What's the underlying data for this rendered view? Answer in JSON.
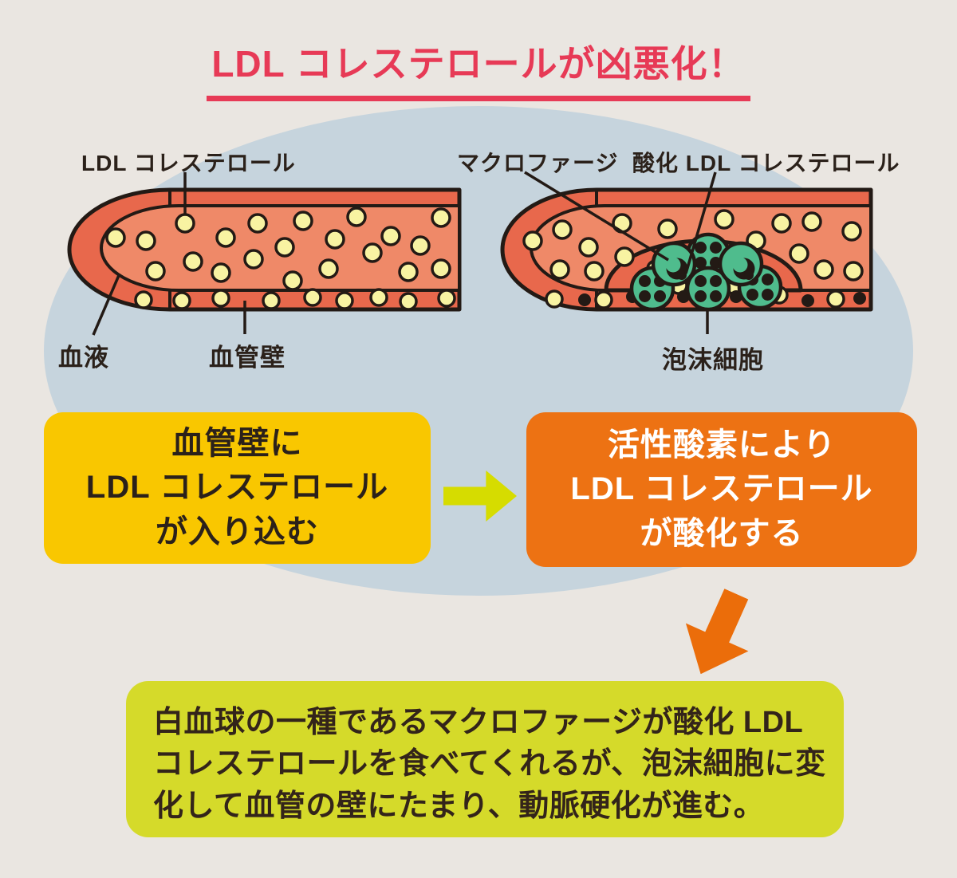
{
  "title": "LDL コレステロールが凶悪化！",
  "diagram_labels": {
    "ldl": "LDL コレステロール",
    "blood": "血液",
    "wall": "血管壁",
    "macrophage": "マクロファージ",
    "oxidized_ldl": "酸化 LDL コレステロール",
    "foam_cell": "泡沫細胞"
  },
  "step1": {
    "lines": [
      "血管壁に",
      "LDL コレステロール",
      "が入り込む"
    ]
  },
  "step2": {
    "lines": [
      "活性酸素により",
      "LDL コレステロール",
      "が酸化する"
    ]
  },
  "note": {
    "lines": [
      "白血球の一種であるマクロファージが酸化 LDL",
      "コレステロールを食べてくれるが、泡沫細胞に変",
      "化して血管の壁にたまり、動脈硬化が進む。"
    ]
  },
  "colors": {
    "background": "#eae6e1",
    "ellipse": "#c6d4dd",
    "title_red": "#e73a56",
    "vessel_wall": "#e8684c",
    "vessel_lumen": "#ef8968",
    "ldl_dot_yellow": "#f8f3a2",
    "cell_green": "#4fbc8d",
    "outline_ink": "#231a15",
    "step1_bg": "#f9c700",
    "step2_bg": "#ed7213",
    "arrow_green": "#d6dc00",
    "arrow_orange": "#eb6d0a",
    "note_bg": "#d5da2a"
  }
}
